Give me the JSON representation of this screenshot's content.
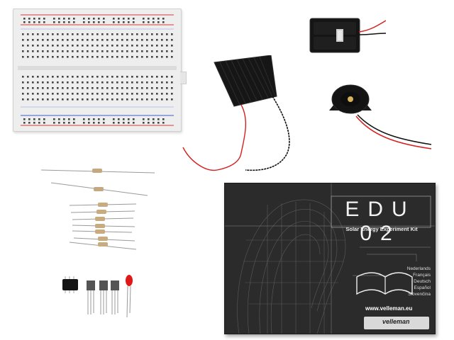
{
  "kit": {
    "title": "EDU 02",
    "subtitle": "Solar Energy Experiment Kit",
    "url": "www.velleman.eu",
    "brand": "velleman",
    "languages": [
      "Nederlands",
      "Français",
      "Deutsch",
      "Español",
      "Slovenčina"
    ]
  },
  "colors": {
    "box": "#2b2b2b",
    "breadboard": "#eeeeee",
    "rail_red": "#d23a3a",
    "rail_blue": "#3a5fd2",
    "wire_red": "#d62020",
    "wire_black": "#111111"
  }
}
